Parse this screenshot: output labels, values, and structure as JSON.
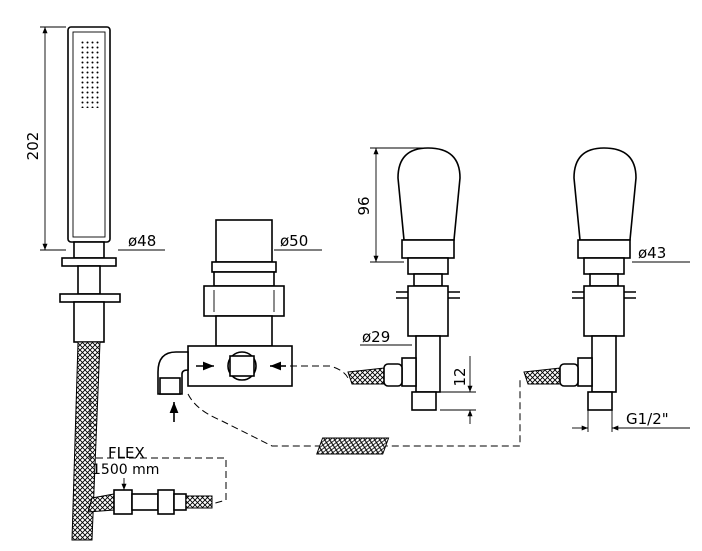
{
  "drawing": {
    "dimensions": {
      "handshower_length": "202",
      "handshower_holder_diameter": "ø48",
      "diverter_diameter": "ø50",
      "valve_height": "96",
      "valve_body_diameter": "ø29",
      "valve_shank_length": "12",
      "valve_handle_diameter": "ø43",
      "connection_thread": "G1/2\""
    },
    "flex_hose": {
      "label": "FLEX",
      "length": "1500 mm"
    }
  }
}
